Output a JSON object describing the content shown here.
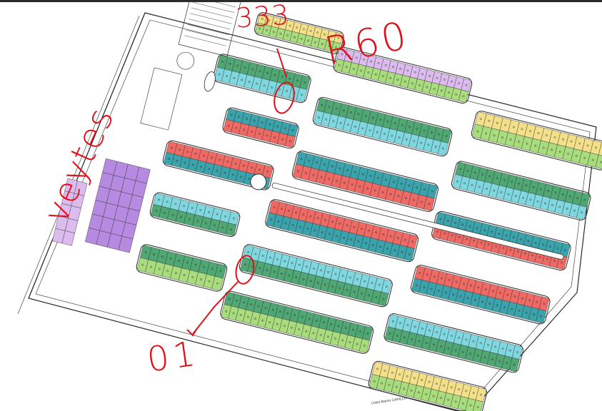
{
  "annotations": {
    "left_label": "veytes",
    "top_right_label": "R60",
    "top_number": "333",
    "bottom_number": "01"
  },
  "plan": {
    "caption": "Loteo Barrio CAPILLA"
  },
  "colors": {
    "annotation_red": "#e0101a",
    "lot_yellow": "#f5e08a",
    "lot_light_green": "#a8dc7c",
    "lot_dark_green": "#4fa874",
    "lot_cyan": "#7fd8e0",
    "lot_teal": "#3aa3ab",
    "lot_red": "#ef6a64",
    "lot_purple": "#b58ae0",
    "lot_lavender": "#dcbcee",
    "line_dark": "#2a2a2a"
  }
}
